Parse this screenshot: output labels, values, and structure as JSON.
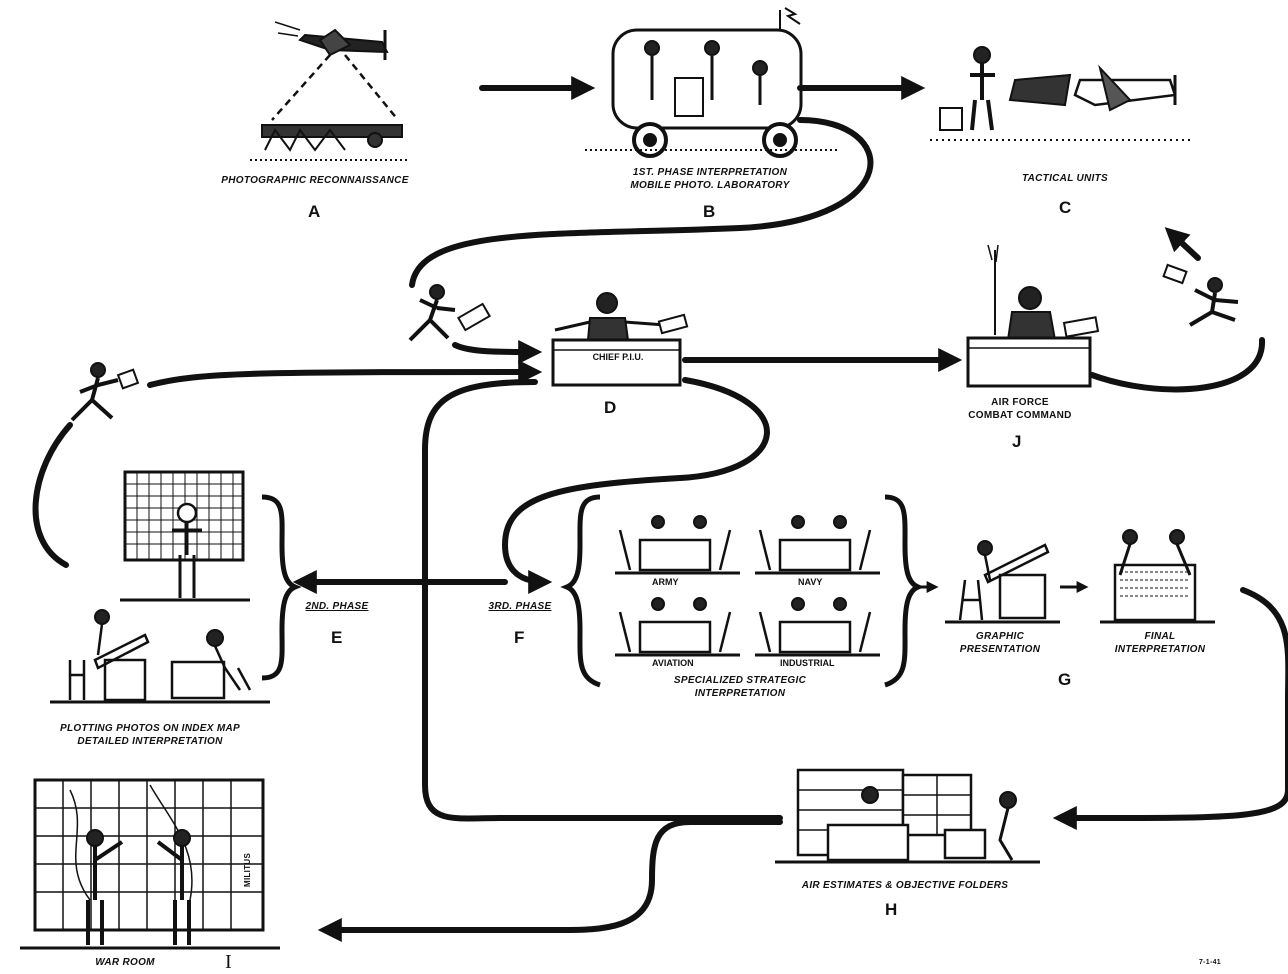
{
  "stations": {
    "a": {
      "caption": "PHOTOGRAPHIC RECONNAISSANCE",
      "letter": "A"
    },
    "b": {
      "caption": "1ST. PHASE INTERPRETATION\nMOBILE PHOTO. LABORATORY",
      "letter": "B"
    },
    "c": {
      "caption": "TACTICAL UNITS",
      "letter": "C"
    },
    "d": {
      "desk_label": "CHIEF P.I.U.",
      "letter": "D"
    },
    "j": {
      "caption": "AIR FORCE\nCOMBAT COMMAND",
      "letter": "J"
    },
    "e": {
      "phase": "2ND. PHASE",
      "letter": "E",
      "caption": "PLOTTING PHOTOS ON INDEX MAP\nDETAILED INTERPRETATION"
    },
    "f": {
      "phase": "3RD. PHASE",
      "letter": "F",
      "caption": "SPECIALIZED STRATEGIC\nINTERPRETATION",
      "groups": [
        "ARMY",
        "NAVY",
        "AVIATION",
        "INDUSTRIAL"
      ]
    },
    "g": {
      "letter": "G",
      "left_caption": "GRAPHIC\nPRESENTATION",
      "right_caption": "FINAL\nINTERPRETATION"
    },
    "h": {
      "caption": "AIR ESTIMATES & OBJECTIVE FOLDERS",
      "letter": "H"
    },
    "i": {
      "caption": "WAR ROOM",
      "letter": "I",
      "map_text": "MILITUS"
    }
  },
  "footnote": "7-1-41",
  "colors": {
    "ink": "#111111",
    "paper": "#ffffff"
  }
}
